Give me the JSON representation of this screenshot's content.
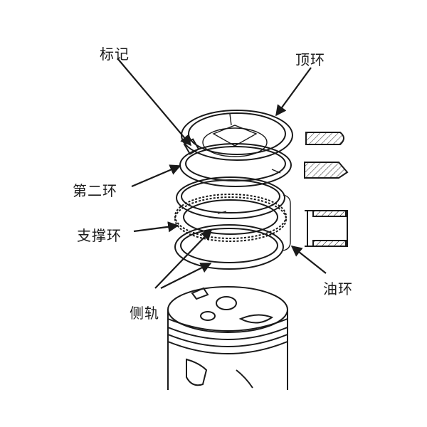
{
  "labels": {
    "mark": "标记",
    "top_ring": "顶环",
    "second_ring": "第二环",
    "support_ring": "支撑环",
    "side_rail": "侧轨",
    "oil_ring": "油环"
  },
  "colors": {
    "ink": "#1a1a1a",
    "background": "#ffffff"
  }
}
